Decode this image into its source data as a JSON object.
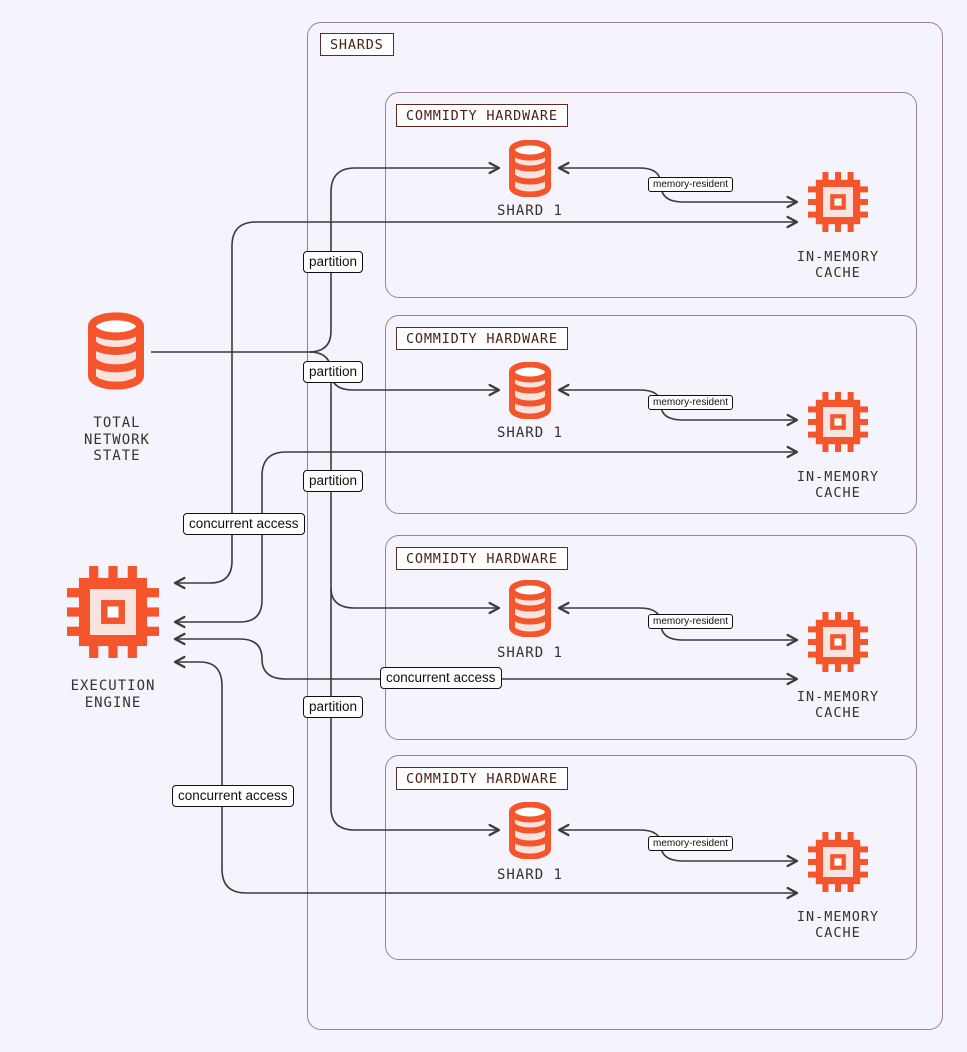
{
  "colors": {
    "background": "#f5f3fb",
    "accent_orange": "#f4552d",
    "accent_fill": "#f8e3de",
    "container_border": "#9b8487",
    "group_label_text": "#4a2018",
    "edge_line": "#3f3b3a"
  },
  "shards_group": {
    "label": "SHARDS"
  },
  "left_column": {
    "total_network_state": {
      "line1": "TOTAL NETWORK",
      "line2": "STATE"
    },
    "execution_engine": {
      "line1": "EXECUTION",
      "line2": "ENGINE"
    }
  },
  "boxes": [
    {
      "group_label": "COMMIDTY HARDWARE",
      "db_label": "SHARD 1",
      "cache_line1": "IN-MEMORY",
      "cache_line2": "CACHE",
      "edge_label": "memory-resident"
    },
    {
      "group_label": "COMMIDTY HARDWARE",
      "db_label": "SHARD 1",
      "cache_line1": "IN-MEMORY",
      "cache_line2": "CACHE",
      "edge_label": "memory-resident"
    },
    {
      "group_label": "COMMIDTY HARDWARE",
      "db_label": "SHARD 1",
      "cache_line1": "IN-MEMORY",
      "cache_line2": "CACHE",
      "edge_label": "memory-resident"
    },
    {
      "group_label": "COMMIDTY HARDWARE",
      "db_label": "SHARD 1",
      "cache_line1": "IN-MEMORY",
      "cache_line2": "CACHE",
      "edge_label": "memory-resident"
    }
  ],
  "partition_labels": [
    "partition",
    "partition",
    "partition",
    "partition"
  ],
  "concurrent_labels": [
    "concurrent access",
    "concurrent access",
    "concurrent access"
  ]
}
